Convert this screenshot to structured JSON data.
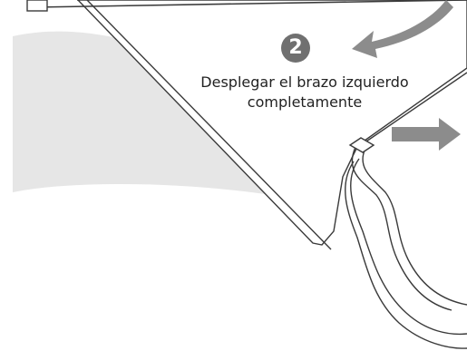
{
  "step": {
    "number": "2",
    "caption_line1": "Desplegar el brazo izquierdo",
    "caption_line2": "completamente"
  },
  "colors": {
    "gray_area": "#e6e6e6",
    "arrow": "#8c8c8c",
    "outline": "#3a3a3a",
    "badge": "#707070"
  }
}
